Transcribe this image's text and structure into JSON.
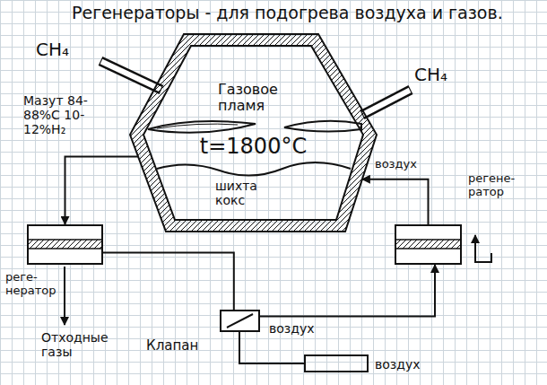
{
  "diagram": {
    "title": "Регенераторы - для подогрева воздуха и газов.",
    "nodes": [
      {
        "text": [
          "t=1800°C"
        ]
      },
      {
        "text": [
          "Газовое пламя"
        ],
        "in": 0
      },
      {
        "text": [
          "шихта кокс"
        ],
        "in": 0
      },
      {
        "text": [
          "реге-нератор"
        ]
      },
      {
        "text": [
          "регене-ратор"
        ]
      },
      {
        "text": [
          "Клапан"
        ]
      }
    ],
    "edges": [
      {
        "from": 0,
        "to": 3,
        "arrow": "to"
      },
      {
        "from": 3,
        "to": 5,
        "arrow": "none"
      },
      {
        "from": 5,
        "to": 4,
        "arrow": "to"
      },
      {
        "from": 4,
        "to": 0,
        "arrow": "to"
      }
    ],
    "labels": [
      "CH₄",
      "CH₄",
      "Мазут 84-88%C 10-12%H₂",
      "воздух",
      "Отходные газы",
      "воздух",
      "воздух"
    ]
  }
}
